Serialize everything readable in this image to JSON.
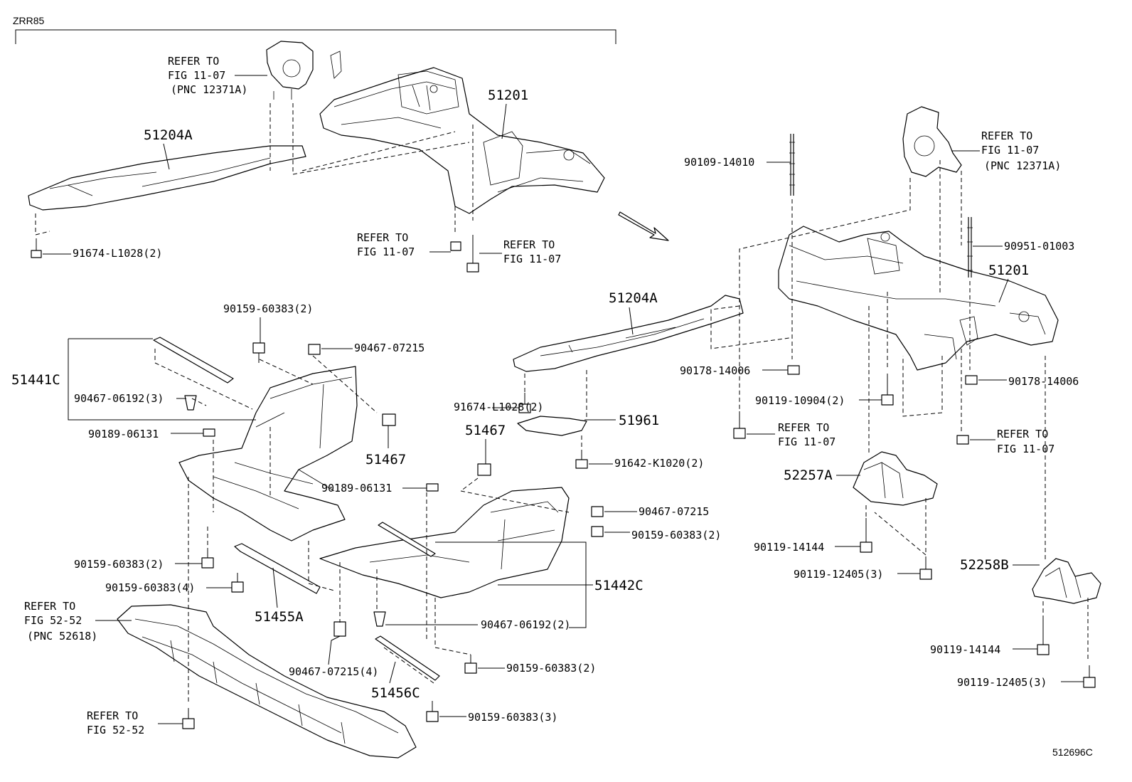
{
  "header": {
    "model": "ZRR85"
  },
  "footer": {
    "illustration_id": "512696C"
  },
  "refer": {
    "fig_11_07": "FIG 11-07",
    "fig_52_52": "FIG 52-52",
    "refer_to": "REFER TO",
    "pnc_12371a": "(PNC 12371A)",
    "pnc_52618": "(PNC 52618)"
  },
  "parts": {
    "p51201_a": "51201",
    "p51204a_a": "51204A",
    "p91674_a": "91674-L1028(2)",
    "p90109": "90109-14010",
    "p90951": "90951-01003",
    "p51201_b": "51201",
    "p51204a_b": "51204A",
    "p90178_a": "90178-14006",
    "p90178_b": "90178-14006",
    "p90119_10904": "90119-10904(2)",
    "p91674_b": "91674-L1028(2)",
    "p51961": "51961",
    "p91642": "91642-K1020(2)",
    "p52257a": "52257A",
    "p90119_14144_a": "90119-14144",
    "p90119_12405_a": "90119-12405(3)",
    "p52258b": "52258B",
    "p90119_14144_b": "90119-14144",
    "p90119_12405_b": "90119-12405(3)",
    "p90159_60383_top": "90159-60383(2)",
    "p90467_07215_top": "90467-07215",
    "p51441c": "51441C",
    "p90467_06192_3": "90467-06192(3)",
    "p90189_a": "90189-06131",
    "p51467_a": "51467",
    "p51467_b": "51467",
    "p90189_b": "90189-06131",
    "p90467_07215_mid": "90467-07215",
    "p90159_60383_mid": "90159-60383(2)",
    "p90159_60383_left": "90159-60383(2)",
    "p90159_60383_4": "90159-60383(4)",
    "p51455a": "51455A",
    "p51442c": "51442C",
    "p90467_06192_2": "90467-06192(2)",
    "p90467_07215_4": "90467-07215(4)",
    "p90159_60383_bot2": "90159-60383(2)",
    "p51456c": "51456C",
    "p90159_60383_3": "90159-60383(3)"
  }
}
